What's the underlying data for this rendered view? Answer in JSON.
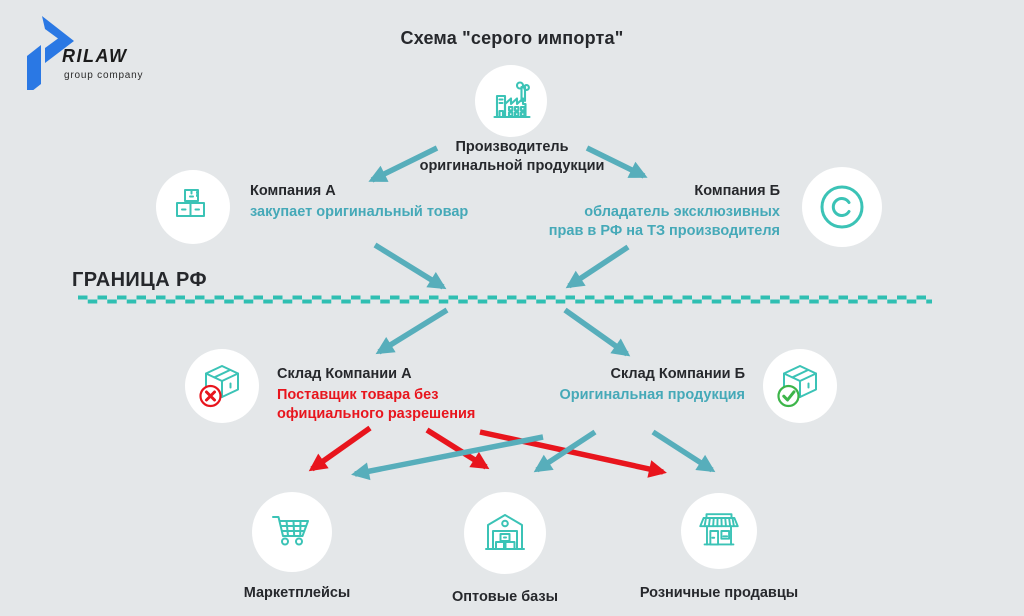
{
  "page": {
    "title": "Схема \"серого импорта\"",
    "background": "#E4E7E9"
  },
  "logo": {
    "brand": "RILAW",
    "sub": "group company",
    "icon": "prilaw-arrow-logo",
    "color": "#2A78E4"
  },
  "colors": {
    "teal_arrow": "#57AEBB",
    "teal_text": "#45A9B8",
    "icon_teal": "#3BC3B6",
    "border_dash": "#2FBFB2",
    "red": "#E8151D",
    "green": "#3DB54A",
    "dark_text": "#26282C",
    "logo_blue": "#2A78E4",
    "node_bg": "#FFFFFF"
  },
  "nodes": {
    "producer": {
      "icon": "factory-icon",
      "label": "Производитель\nоригинальной продукции"
    },
    "company_a": {
      "icon": "boxes-icon",
      "title": "Компания А",
      "subtitle": "закупает оригинальный товар"
    },
    "company_b": {
      "icon": "copyright-icon",
      "title": "Компания Б",
      "subtitle": "обладатель эксклюзивных\nправ в РФ на ТЗ производителя"
    },
    "border": {
      "label": "ГРАНИЦА РФ"
    },
    "warehouse_a": {
      "icon": "box-rejected-icon",
      "title": "Склад Компании А",
      "subtitle": "Поставщик товара без\nофициального разрешения"
    },
    "warehouse_b": {
      "icon": "box-approved-icon",
      "title": "Склад Компании Б",
      "subtitle": "Оригинальная продукция"
    },
    "marketplaces": {
      "icon": "cart-icon",
      "label": "Маркетплейсы"
    },
    "wholesale": {
      "icon": "warehouse-icon",
      "label": "Оптовые базы"
    },
    "retail": {
      "icon": "storefront-icon",
      "label": "Розничные продавцы"
    }
  },
  "edges": [
    {
      "from": "producer",
      "to": "company_a",
      "color": "teal"
    },
    {
      "from": "producer",
      "to": "company_b",
      "color": "teal"
    },
    {
      "from": "company_a",
      "to": "border",
      "color": "teal"
    },
    {
      "from": "company_b",
      "to": "border",
      "color": "teal"
    },
    {
      "from": "border",
      "to": "warehouse_a",
      "color": "teal"
    },
    {
      "from": "border",
      "to": "warehouse_b",
      "color": "teal"
    },
    {
      "from": "warehouse_a",
      "to": "marketplaces",
      "color": "red"
    },
    {
      "from": "warehouse_a",
      "to": "wholesale",
      "color": "red"
    },
    {
      "from": "warehouse_a",
      "to": "retail",
      "color": "red"
    },
    {
      "from": "warehouse_b",
      "to": "marketplaces",
      "color": "teal"
    },
    {
      "from": "warehouse_b",
      "to": "wholesale",
      "color": "teal"
    },
    {
      "from": "warehouse_b",
      "to": "retail",
      "color": "teal"
    }
  ]
}
